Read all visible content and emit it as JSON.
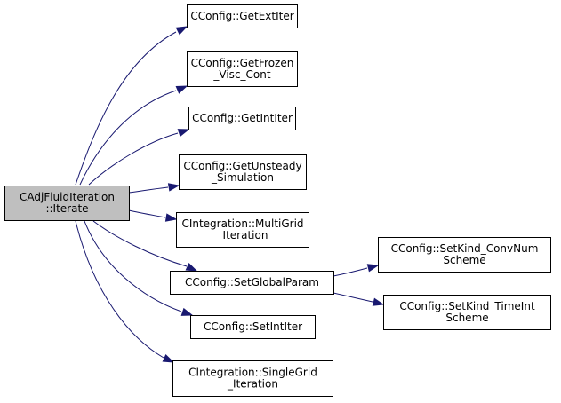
{
  "diagram": {
    "colors": {
      "root_fill": "#bfbfbf",
      "node_fill": "#ffffff",
      "node_stroke": "#000000",
      "edge": "#191970"
    },
    "nodes": [
      {
        "id": "root",
        "lines": [
          "CAdjFluidIteration",
          "::Iterate"
        ],
        "highlighted": true,
        "clickable": false
      },
      {
        "id": "get-ext-iter",
        "lines": [
          "CConfig::GetExtIter"
        ],
        "highlighted": false,
        "clickable": true
      },
      {
        "id": "get-frozen-visc-cont",
        "lines": [
          "CConfig::GetFrozen",
          "_Visc_Cont"
        ],
        "highlighted": false,
        "clickable": true
      },
      {
        "id": "get-int-iter",
        "lines": [
          "CConfig::GetIntIter"
        ],
        "highlighted": false,
        "clickable": true
      },
      {
        "id": "get-unsteady-simulation",
        "lines": [
          "CConfig::GetUnsteady",
          "_Simulation"
        ],
        "highlighted": false,
        "clickable": true
      },
      {
        "id": "multigrid-iteration",
        "lines": [
          "CIntegration::MultiGrid",
          "_Iteration"
        ],
        "highlighted": false,
        "clickable": true
      },
      {
        "id": "set-global-param",
        "lines": [
          "CConfig::SetGlobalParam"
        ],
        "highlighted": false,
        "clickable": true
      },
      {
        "id": "set-int-iter",
        "lines": [
          "CConfig::SetIntIter"
        ],
        "highlighted": false,
        "clickable": true
      },
      {
        "id": "singlegrid-iteration",
        "lines": [
          "CIntegration::SingleGrid",
          "_Iteration"
        ],
        "highlighted": false,
        "clickable": true
      },
      {
        "id": "set-kind-convnum-scheme",
        "lines": [
          "CConfig::SetKind_ConvNum",
          "Scheme"
        ],
        "highlighted": false,
        "clickable": true
      },
      {
        "id": "set-kind-timeint-scheme",
        "lines": [
          "CConfig::SetKind_TimeInt",
          "Scheme"
        ],
        "highlighted": false,
        "clickable": true
      }
    ],
    "edges": [
      {
        "from": "root",
        "to": "get-ext-iter"
      },
      {
        "from": "root",
        "to": "get-frozen-visc-cont"
      },
      {
        "from": "root",
        "to": "get-int-iter"
      },
      {
        "from": "root",
        "to": "get-unsteady-simulation"
      },
      {
        "from": "root",
        "to": "multigrid-iteration"
      },
      {
        "from": "root",
        "to": "set-global-param"
      },
      {
        "from": "root",
        "to": "set-int-iter"
      },
      {
        "from": "root",
        "to": "singlegrid-iteration"
      },
      {
        "from": "set-global-param",
        "to": "set-kind-convnum-scheme"
      },
      {
        "from": "set-global-param",
        "to": "set-kind-timeint-scheme"
      }
    ]
  }
}
